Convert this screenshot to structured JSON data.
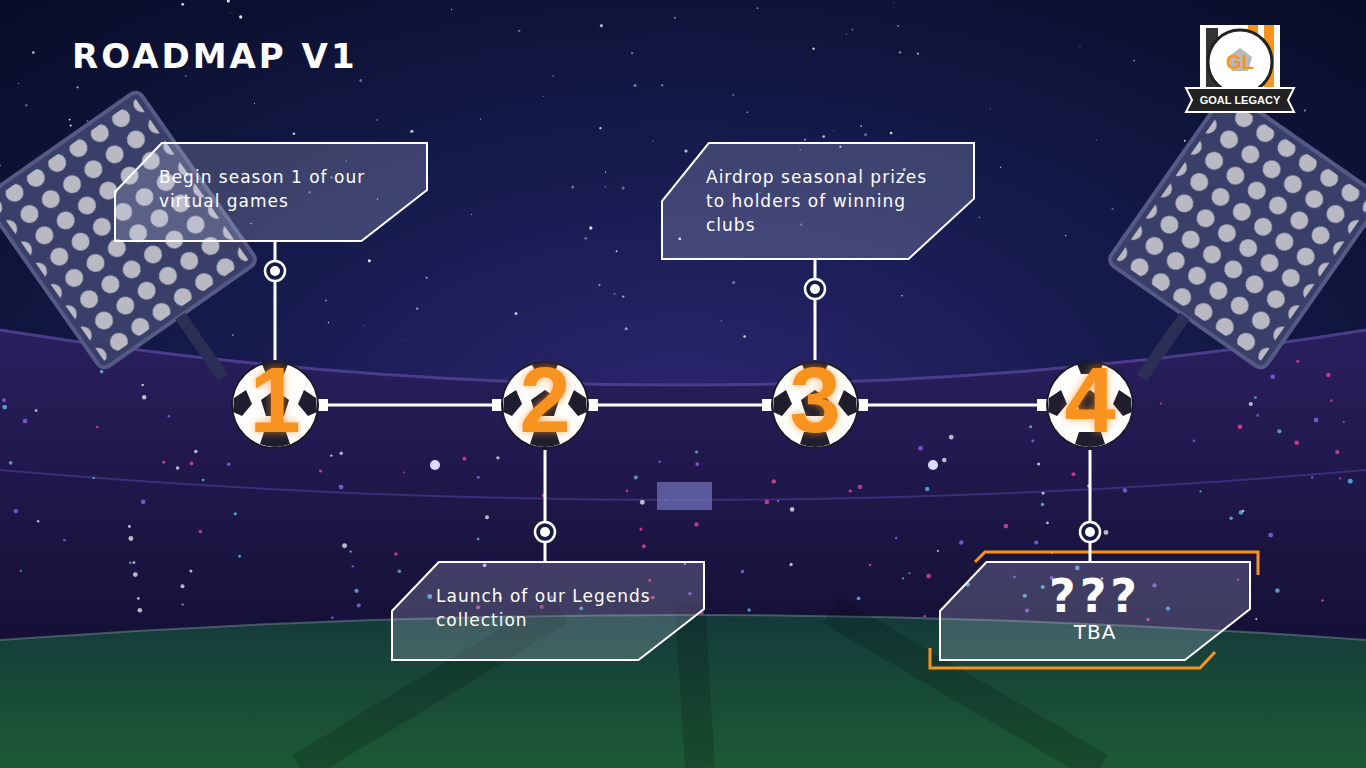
{
  "diagram": {
    "title": "ROADMAP V1",
    "nodes": [
      {
        "text": [
          "Begin season 1 of our virtual games"
        ]
      },
      {
        "text": [
          "Airdrop seasonal prizes to holders of winning clubs"
        ]
      },
      {
        "text": [
          "1"
        ]
      },
      {
        "text": [
          "2"
        ]
      },
      {
        "text": [
          "3"
        ]
      },
      {
        "text": [
          "4"
        ]
      },
      {
        "text": [
          "Launch of our Legends collection"
        ]
      },
      {
        "text": [
          "???",
          "TBA"
        ]
      }
    ],
    "edges": [
      {
        "from": 0,
        "to": 2,
        "arrow": "none"
      },
      {
        "from": 1,
        "to": 4,
        "arrow": "none"
      },
      {
        "from": 2,
        "to": 3,
        "arrow": "none"
      },
      {
        "from": 3,
        "to": 4,
        "arrow": "none"
      },
      {
        "from": 4,
        "to": 5,
        "arrow": "none"
      },
      {
        "from": 3,
        "to": 6,
        "arrow": "none"
      },
      {
        "from": 5,
        "to": 7,
        "arrow": "none"
      }
    ],
    "labels": [
      "GL",
      "GOAL LEGACY"
    ]
  }
}
